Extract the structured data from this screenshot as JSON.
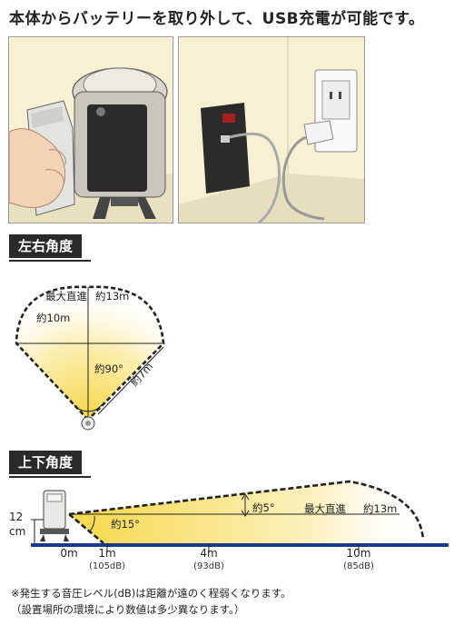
{
  "title": "本体からバッテリーを取り外して、USB充電が可能です。",
  "left_right": {
    "header": "左右角度",
    "max_label": "最大直進",
    "max_value": "約13m",
    "side_value": "約10m",
    "angle": "約90°",
    "diag": "約7m"
  },
  "up_down": {
    "header": "上下角度",
    "height_num": "12",
    "height_unit": "cm",
    "angle_up": "約5°",
    "angle_down": "約15°",
    "max_label": "最大直進",
    "max_value": "約13m",
    "ticks": [
      {
        "label": "0m",
        "db": ""
      },
      {
        "label": "1m",
        "db": "(105dB)"
      },
      {
        "label": "4m",
        "db": "(93dB)"
      },
      {
        "label": "10m",
        "db": "(85dB)"
      }
    ]
  },
  "notes": [
    "※発生する音圧レベル(dB)は距離が遠のく程弱くなります。",
    "（設置場所の環境により数値は多少異なります。）"
  ]
}
